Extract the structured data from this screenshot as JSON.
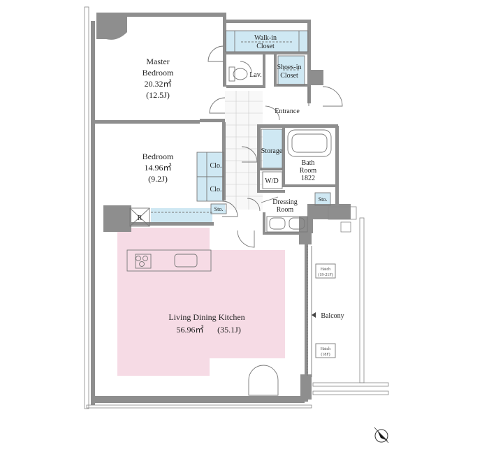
{
  "rooms": {
    "master_bedroom": {
      "name_line1": "Master",
      "name_line2": "Bedroom",
      "area": "20.32㎡",
      "jo": "(12.5J)"
    },
    "bedroom": {
      "name": "Bedroom",
      "area": "14.96㎡",
      "jo": "(9.2J)"
    },
    "walk_in_closet": {
      "line1": "Walk-in",
      "line2": "Closet"
    },
    "shoes_in_closet": {
      "line1": "Shoes-in",
      "line2": "Closet"
    },
    "lavatory": "Lav.",
    "entrance": "Entrance",
    "storage": "Storage",
    "bath_room": {
      "line1": "Bath",
      "line2": "Room",
      "size": "1822"
    },
    "washer_dryer": "W/D",
    "dressing_room": {
      "line1": "Dressing",
      "line2": "Room"
    },
    "closet_1": "Clo.",
    "closet_2": "Clo.",
    "storage_small_1": "Sto.",
    "storage_small_2": "Sto.",
    "refrigerator": "R",
    "ldk": {
      "name": "Living Dining Kitchen",
      "area": "56.96㎡",
      "jo": "(35.1J)"
    },
    "balcony": "Balcony",
    "hatch_1": {
      "line1": "Hatch",
      "line2": "(19-21F)"
    },
    "hatch_2": {
      "line1": "Hatch",
      "line2": "(18F)"
    }
  },
  "colors": {
    "closet_blue": "#cfe8f3",
    "ldk_pink": "#f6dbe5",
    "wall_gray": "#8e8e8e"
  },
  "icons": {
    "compass": "north-arrow-icon"
  }
}
